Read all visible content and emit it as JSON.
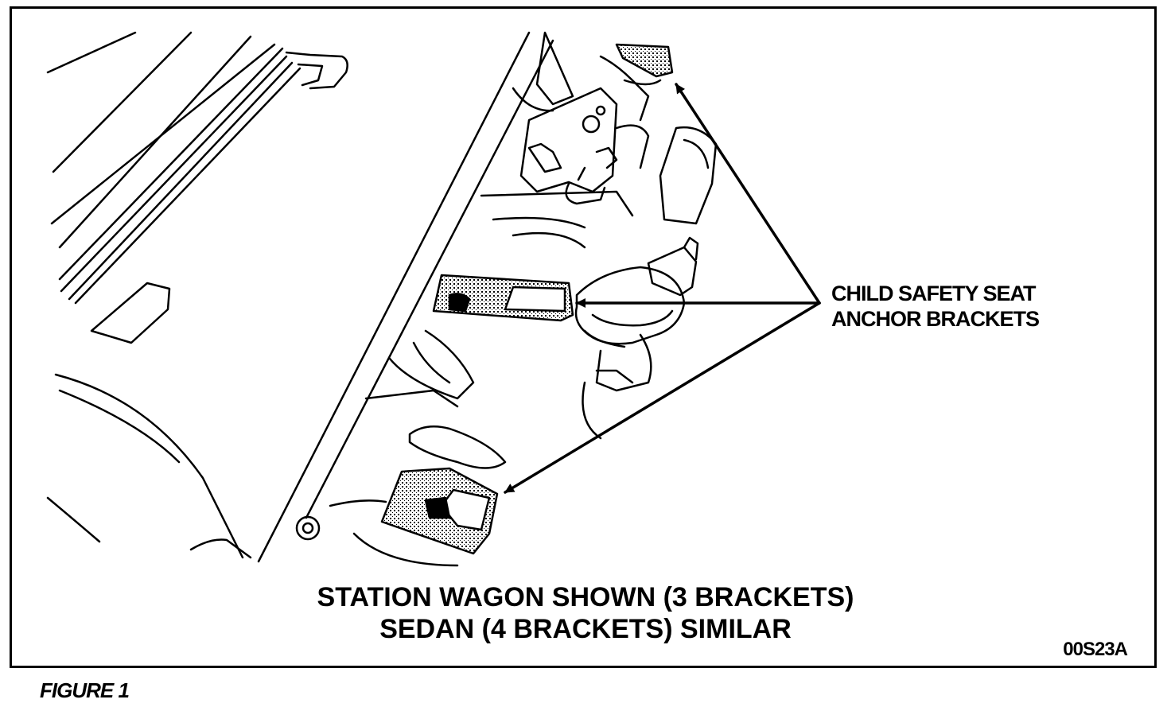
{
  "callout": {
    "line1": "CHILD SAFETY SEAT",
    "line2": "ANCHOR BRACKETS"
  },
  "caption": {
    "line1": "STATION WAGON SHOWN (3 BRACKETS)",
    "line2": "SEDAN (4 BRACKETS) SIMILAR"
  },
  "drawing_code": "00S23A",
  "figure_label": "FIGURE 1",
  "colors": {
    "ink": "#000000",
    "background": "#ffffff"
  }
}
